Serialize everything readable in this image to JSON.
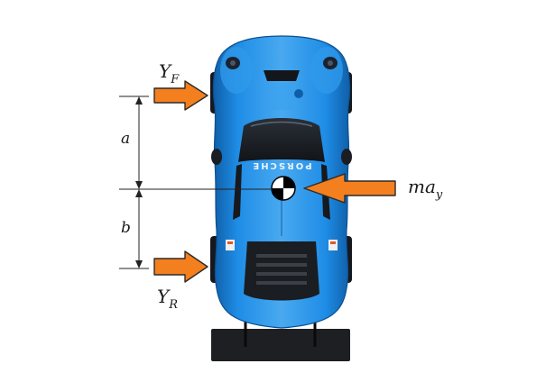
{
  "labels": {
    "front_force": {
      "main": "Y",
      "sub": "F"
    },
    "rear_force": {
      "main": "Y",
      "sub": "R"
    },
    "lateral_force": {
      "main": "ma",
      "sub": "y"
    },
    "front_distance": "a",
    "rear_distance": "b",
    "car_logo_text": "PORSCHE"
  },
  "colors": {
    "arrow_fill": "#f47f1e",
    "arrow_stroke": "#2b2b2b",
    "car_body": "#1f8de6",
    "car_highlight": "#5bb6f5",
    "car_shadow": "#0f5fa8",
    "glass": "#1b1f26",
    "wing": "#1e1f22",
    "dimension_line": "#222222"
  },
  "icons": {
    "cg_marker": "center-of-gravity-icon"
  }
}
